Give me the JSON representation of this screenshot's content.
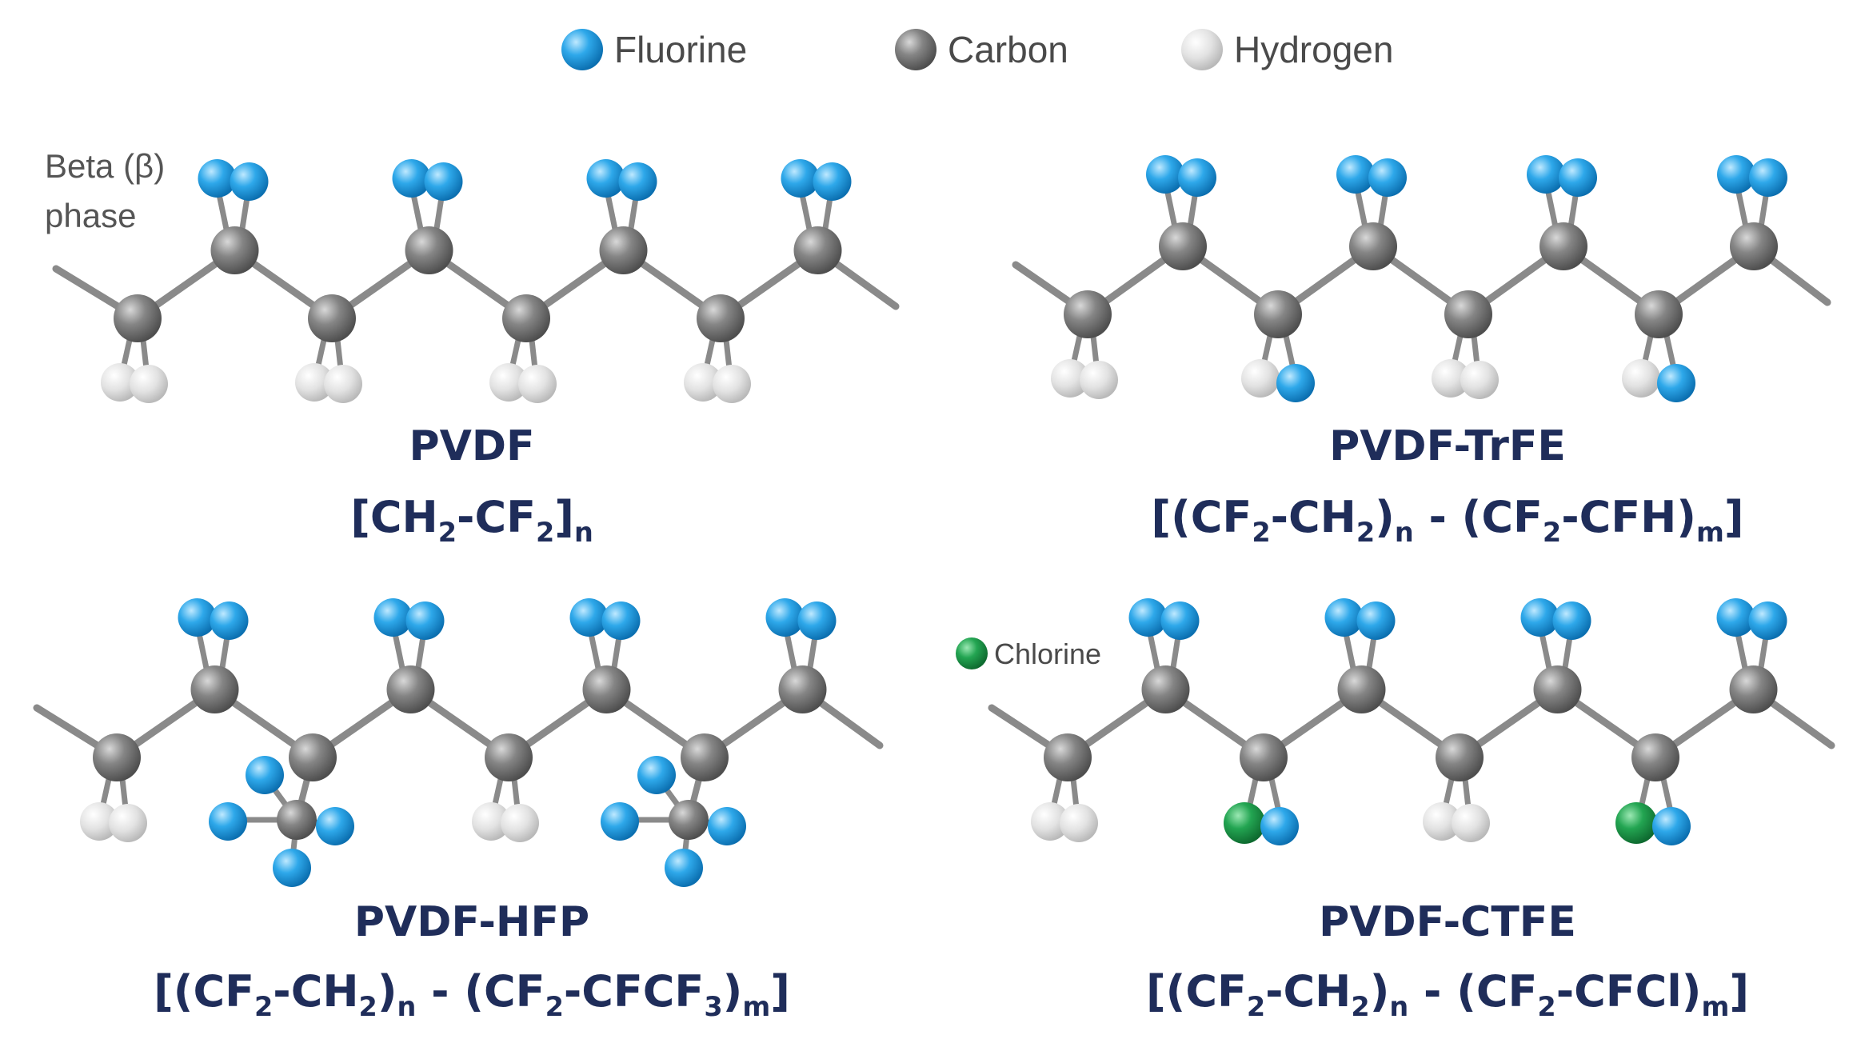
{
  "colors": {
    "fluorine": "#1e9be0",
    "carbon": "#7a7a7a",
    "hydrogen": "#dcdcdc",
    "chlorine": "#1f9e4a",
    "bond": "#8a8a8a",
    "label": "#1f2d5a"
  },
  "legend": [
    {
      "element": "fluorine",
      "label": "Fluorine"
    },
    {
      "element": "carbon",
      "label": "Carbon"
    },
    {
      "element": "hydrogen",
      "label": "Hydrogen"
    }
  ],
  "phase_label": [
    "Beta (β)",
    "phase"
  ],
  "chlorine_legend": {
    "element": "chlorine",
    "label": "Chlorine"
  },
  "panels": [
    {
      "id": "pvdf",
      "name": "PVDF",
      "formula": [
        {
          "t": "[CH"
        },
        {
          "t": "2",
          "sub": true
        },
        {
          "t": "-CF"
        },
        {
          "t": "2",
          "sub": true
        },
        {
          "t": "]"
        },
        {
          "t": "n",
          "sub": true
        }
      ],
      "low_groups": [
        "HH",
        "HH",
        "HH",
        "HH"
      ]
    },
    {
      "id": "pvdf-trfe",
      "name": "PVDF-TrFE",
      "formula": [
        {
          "t": "[(CF"
        },
        {
          "t": "2",
          "sub": true
        },
        {
          "t": "-CH"
        },
        {
          "t": "2",
          "sub": true
        },
        {
          "t": ")"
        },
        {
          "t": "n",
          "sub": true
        },
        {
          "t": " - (CF"
        },
        {
          "t": "2",
          "sub": true
        },
        {
          "t": "-CFH)"
        },
        {
          "t": "m",
          "sub": true
        },
        {
          "t": "]"
        }
      ],
      "low_groups": [
        "HH",
        "HF",
        "HH",
        "HF"
      ]
    },
    {
      "id": "pvdf-hfp",
      "name": "PVDF-HFP",
      "formula": [
        {
          "t": "[(CF"
        },
        {
          "t": "2",
          "sub": true
        },
        {
          "t": "-CH"
        },
        {
          "t": "2",
          "sub": true
        },
        {
          "t": ")"
        },
        {
          "t": "n",
          "sub": true
        },
        {
          "t": " - (CF"
        },
        {
          "t": "2",
          "sub": true
        },
        {
          "t": "-CFCF"
        },
        {
          "t": "3",
          "sub": true
        },
        {
          "t": ")"
        },
        {
          "t": "m",
          "sub": true
        },
        {
          "t": "]"
        }
      ],
      "low_groups": [
        "HH",
        "CF3",
        "HH",
        "CF3"
      ]
    },
    {
      "id": "pvdf-ctfe",
      "name": "PVDF-CTFE",
      "formula": [
        {
          "t": "[(CF"
        },
        {
          "t": "2",
          "sub": true
        },
        {
          "t": "-CH"
        },
        {
          "t": "2",
          "sub": true
        },
        {
          "t": ")"
        },
        {
          "t": "n",
          "sub": true
        },
        {
          "t": " - (CF"
        },
        {
          "t": "2",
          "sub": true
        },
        {
          "t": "-CFCl)"
        },
        {
          "t": "m",
          "sub": true
        },
        {
          "t": "]"
        }
      ],
      "low_groups": [
        "HH",
        "ClF",
        "HH",
        "ClF"
      ]
    }
  ]
}
